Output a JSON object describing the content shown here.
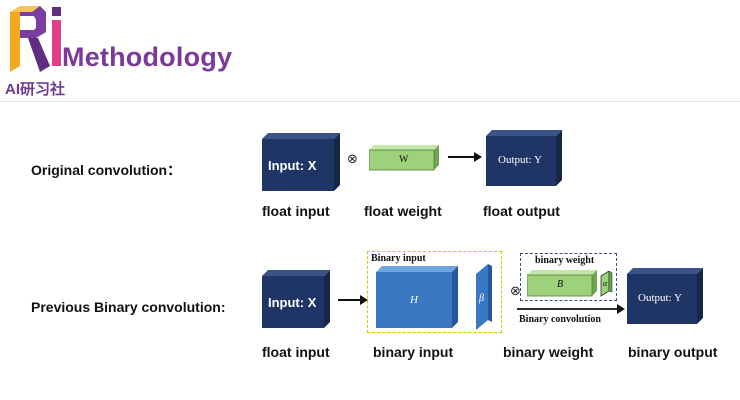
{
  "header": {
    "title": "Methodology",
    "subtitle": "AI研习社",
    "logo_letters": "Ri"
  },
  "row1": {
    "label": "Original convolution：",
    "input_box": "Input: X",
    "weight_box": "W",
    "output_box": "Output: Y",
    "operator": "⊗",
    "captions": [
      "float input",
      "float weight",
      "float output"
    ]
  },
  "row2": {
    "label": "Previous Binary convolution:",
    "input_box": "Input: X",
    "binary_input_title": "Binary input",
    "binary_input_H": "H",
    "binary_input_beta": "β",
    "binary_weight_title": "binary weight",
    "binary_weight_B": "B",
    "binary_weight_alpha": "α",
    "binary_conv_label": "Binary convolution",
    "output_box": "Output: Y",
    "operator": "⊗",
    "captions": [
      "float input",
      "binary input",
      "binary weight",
      "binary output"
    ]
  },
  "colors": {
    "title": "#7b3a9a",
    "cube_dark": "#1f3566",
    "cube_blue": "#3a78c4",
    "weight_green": "#9ed27a",
    "dashed_yellow": "#d8c400"
  }
}
